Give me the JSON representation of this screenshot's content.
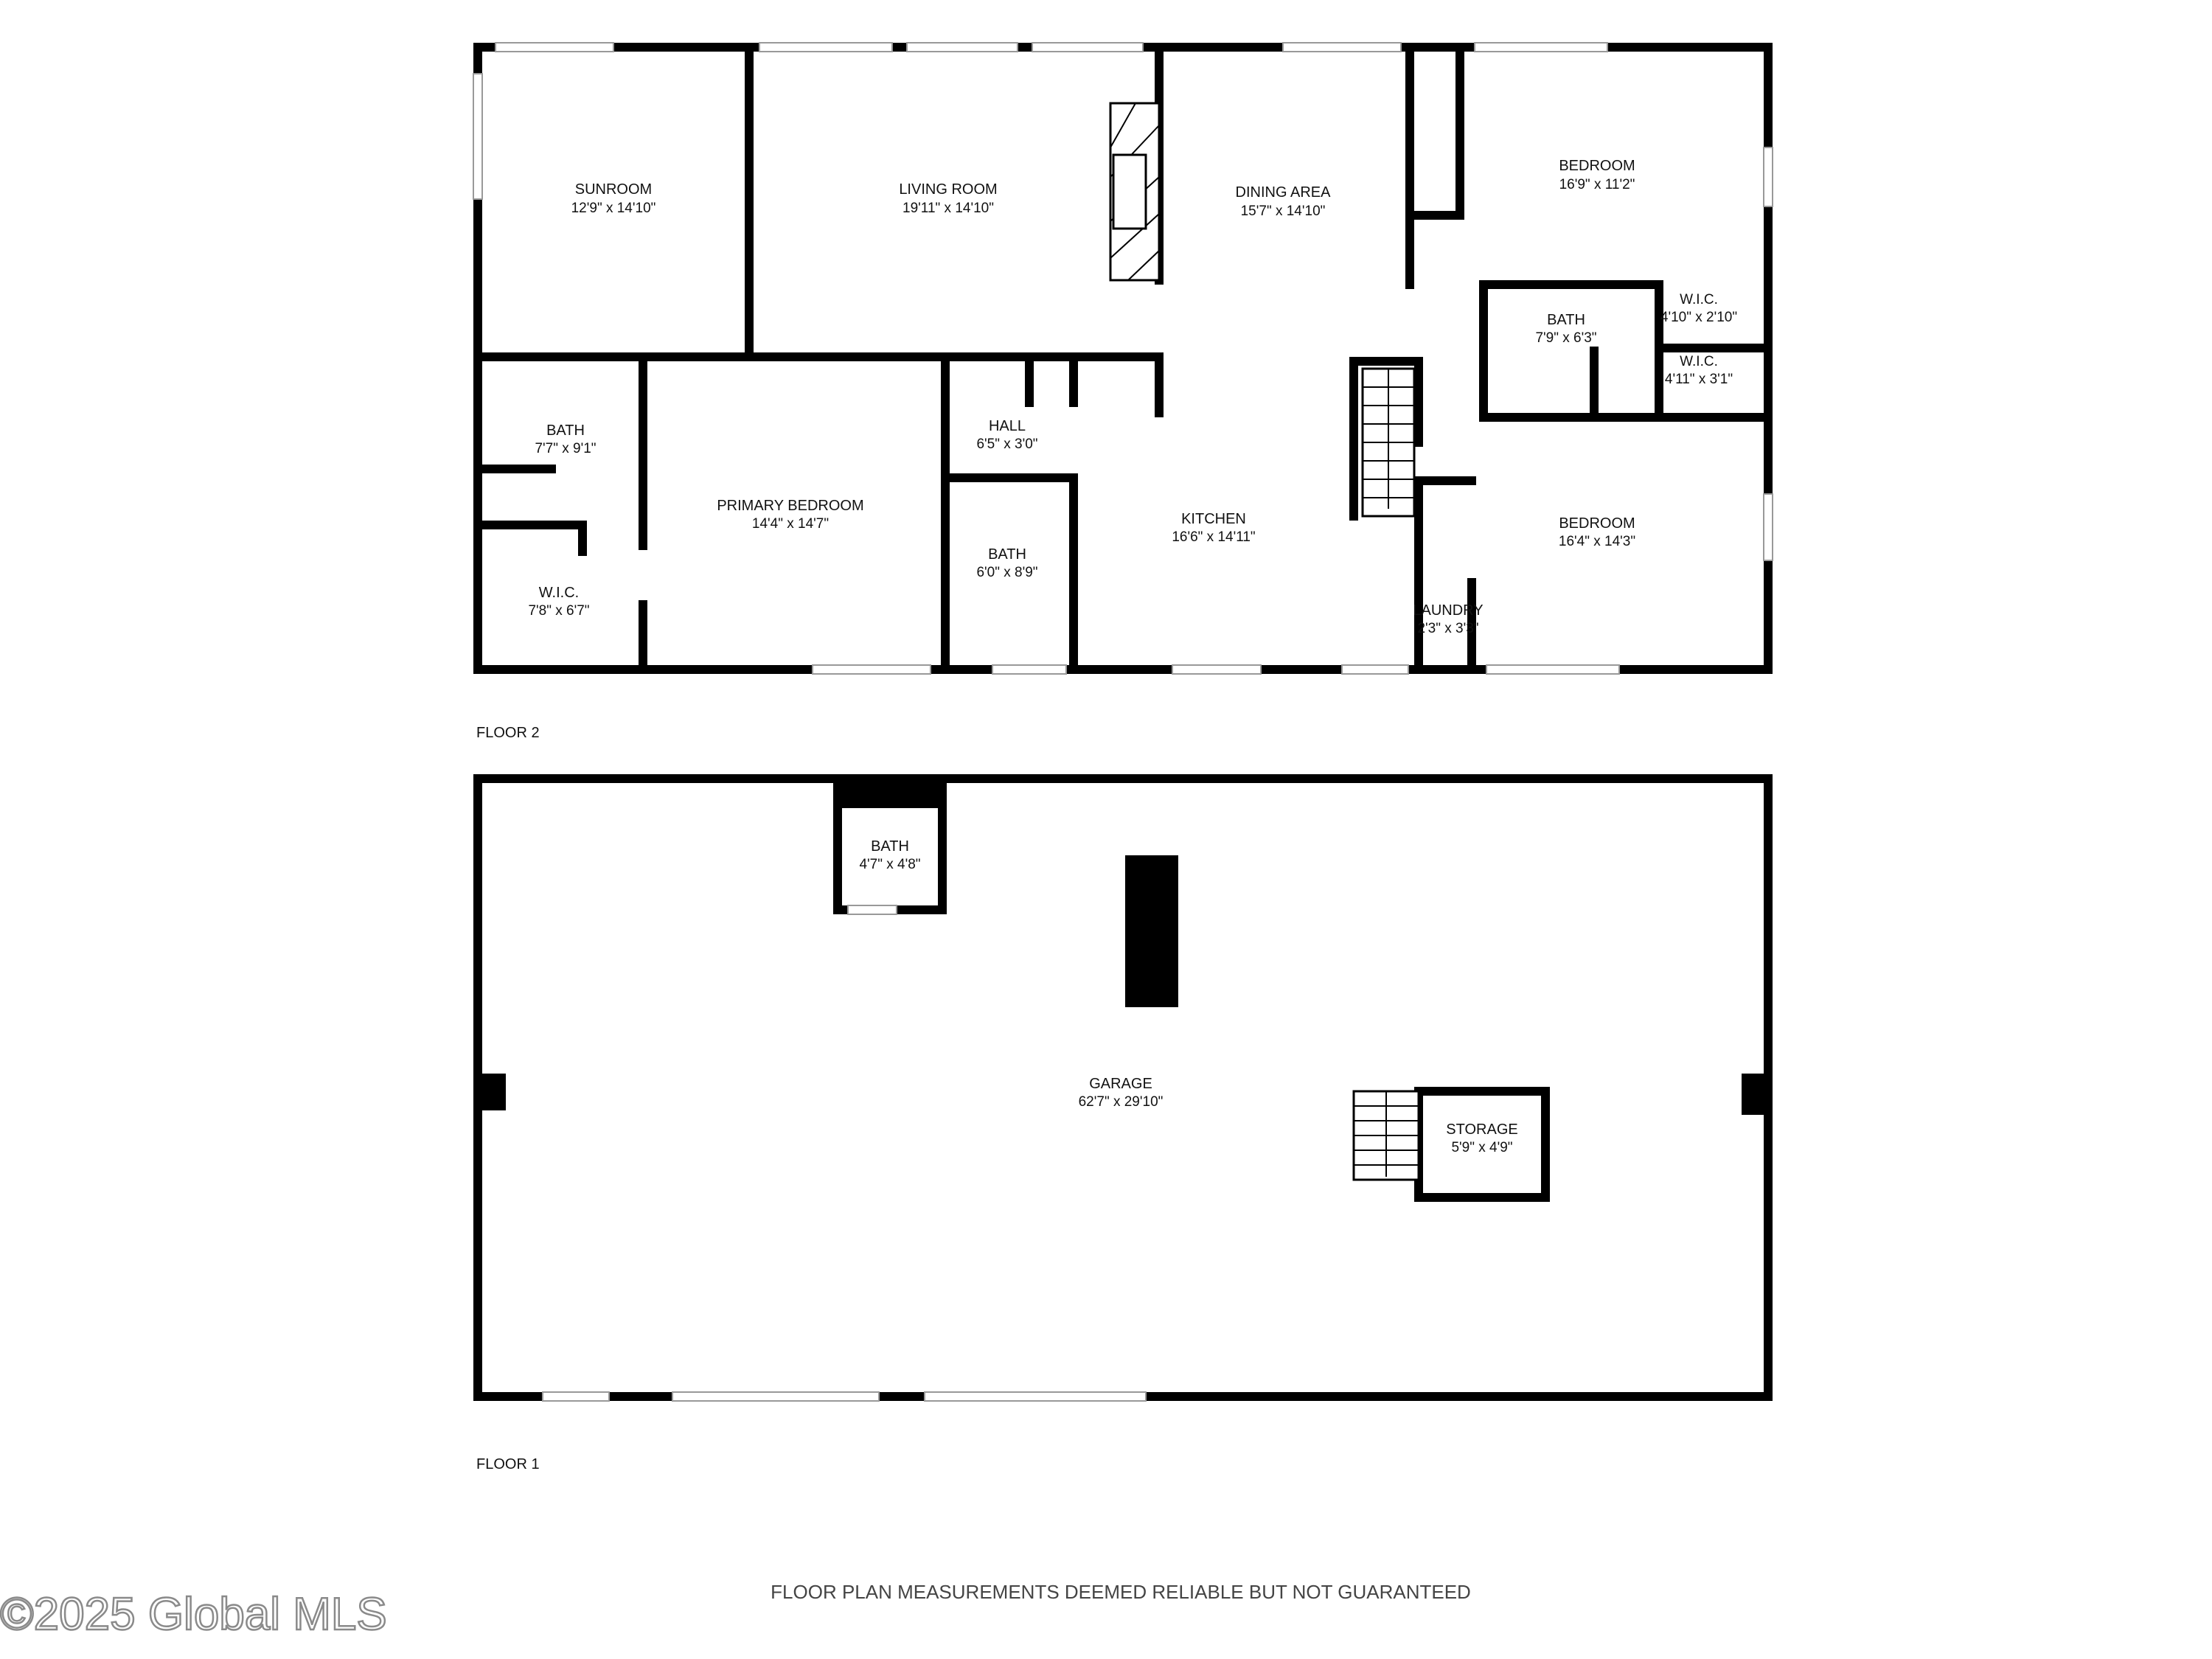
{
  "floors": {
    "floor2": {
      "label": "FLOOR 2",
      "rooms": [
        {
          "name": "SUNROOM",
          "dims": "12'9\" x 14'10\""
        },
        {
          "name": "LIVING ROOM",
          "dims": "19'11\" x 14'10\""
        },
        {
          "name": "DINING AREA",
          "dims": "15'7\" x 14'10\""
        },
        {
          "name": "BEDROOM",
          "dims": "16'9\" x 11'2\""
        },
        {
          "name": "BATH",
          "dims": "7'9\" x 6'3\""
        },
        {
          "name": "W.I.C.",
          "dims": "4'10\" x 2'10\""
        },
        {
          "name": "W.I.C.",
          "dims": "4'11\" x 3'1\""
        },
        {
          "name": "BATH",
          "dims": "7'7\" x 9'1\""
        },
        {
          "name": "PRIMARY BEDROOM",
          "dims": "14'4\" x 14'7\""
        },
        {
          "name": "HALL",
          "dims": "6'5\" x 3'0\""
        },
        {
          "name": "BATH",
          "dims": "6'0\" x 8'9\""
        },
        {
          "name": "KITCHEN",
          "dims": "16'6\" x 14'11\""
        },
        {
          "name": "BEDROOM",
          "dims": "16'4\" x 14'3\""
        },
        {
          "name": "W.I.C.",
          "dims": "7'8\" x 6'7\""
        },
        {
          "name": "LAUNDRY",
          "dims": "2'3\" x 3'3\""
        }
      ]
    },
    "floor1": {
      "label": "FLOOR 1",
      "rooms": [
        {
          "name": "BATH",
          "dims": "4'7\" x 4'8\""
        },
        {
          "name": "GARAGE",
          "dims": "62'7\" x 29'10\""
        },
        {
          "name": "STORAGE",
          "dims": "5'9\" x 4'9\""
        }
      ]
    }
  },
  "disclaimer": "FLOOR PLAN MEASUREMENTS DEEMED RELIABLE BUT NOT GUARANTEED",
  "watermark": "©2025 Global MLS",
  "colors": {
    "wall": "#000000",
    "opening": "#ffffff",
    "text": "#111111"
  }
}
